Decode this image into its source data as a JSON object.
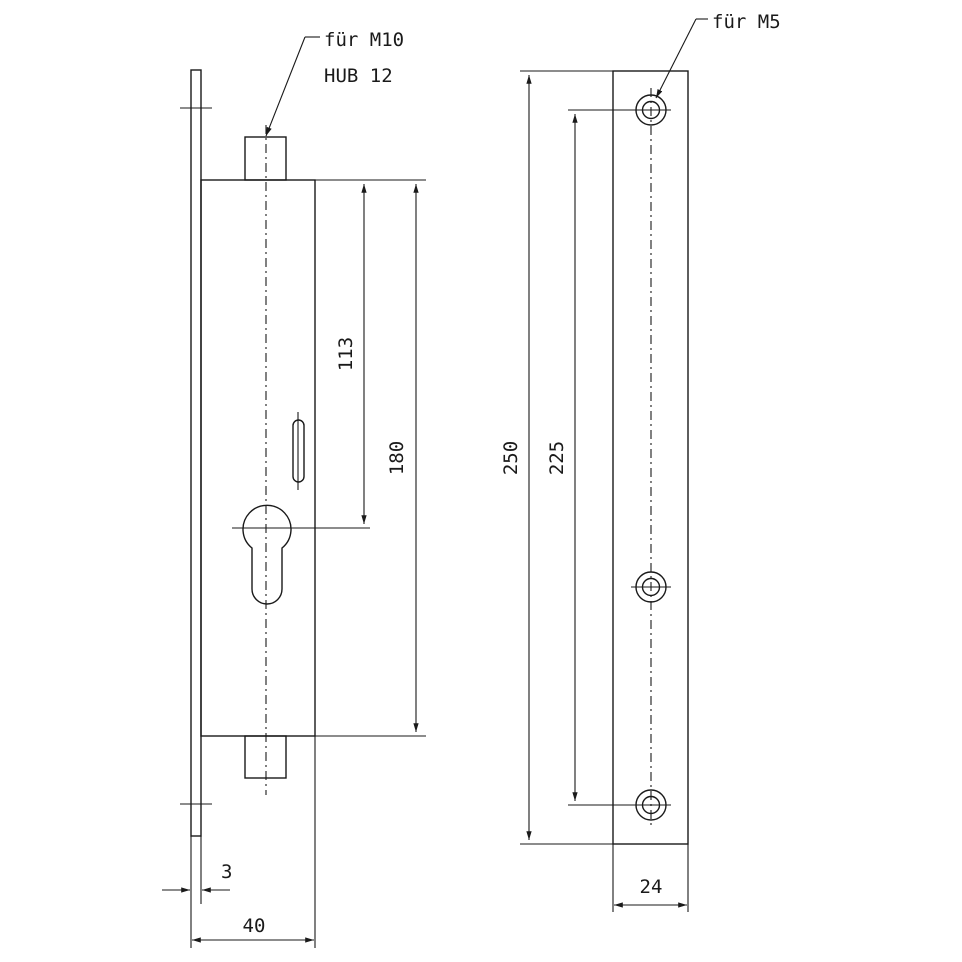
{
  "left_view": {
    "callout_line1": "für M10",
    "callout_line2": "HUB 12",
    "dim_113": "113",
    "dim_180": "180",
    "dim_3": "3",
    "dim_40": "40"
  },
  "right_view": {
    "callout": "für M5",
    "dim_250": "250",
    "dim_225": "225",
    "dim_24": "24"
  }
}
